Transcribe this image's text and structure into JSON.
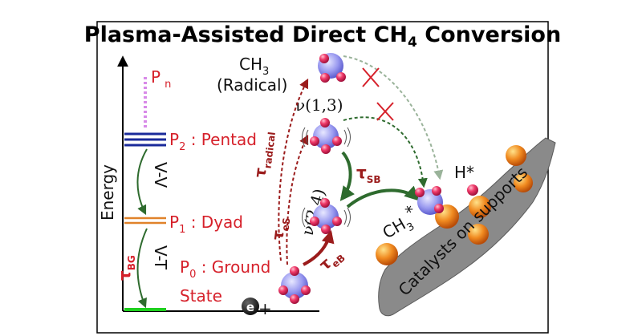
{
  "title": {
    "main": "Plasma-Assisted Direct CH",
    "sub": "4",
    "tail": " Conversion"
  },
  "axis": {
    "label": "Energy"
  },
  "levels": {
    "pn": {
      "main": "P",
      "sub": "n"
    },
    "p2": {
      "main": "P",
      "sub": "2",
      "tail": " : Pentad"
    },
    "p1": {
      "main": "P",
      "sub": "1",
      "tail": " : Dyad"
    },
    "p0": {
      "main": "P",
      "sub": "0",
      "tail": " : Ground",
      "line2": "State"
    }
  },
  "transitions": {
    "vv": "V-V",
    "vt": "V-T",
    "tau_bg_sym": "τ",
    "tau_bg_sub": "BG"
  },
  "radical": {
    "ch3_main": "CH",
    "ch3_sub": "3",
    "paren": "(Radical)"
  },
  "modes": {
    "nu13": "ν(1,3)",
    "nu24": "ν(2,4)"
  },
  "taus": {
    "radical_sym": "τ",
    "radical_sub": "radical",
    "es_sym": "τ",
    "es_sub": "eS",
    "sb_sym": "τ",
    "sb_sub": "SB",
    "eb_sym": "τ",
    "eb_sub": "eB"
  },
  "electron": {
    "symbol": "e",
    "plus": "+"
  },
  "surface": {
    "ch3_main": "CH",
    "ch3_sub": "3",
    "ch3_star": "*",
    "h": "H*",
    "support": "Catalysts on supports"
  },
  "colors": {
    "red": "#d6202a",
    "darkred": "#9b1c1c",
    "green": "#2e6b2e",
    "blue": "#1a2a9a",
    "orange": "#e0822a",
    "magenta": "#e8295e",
    "lavender": "#a9a9f0"
  }
}
